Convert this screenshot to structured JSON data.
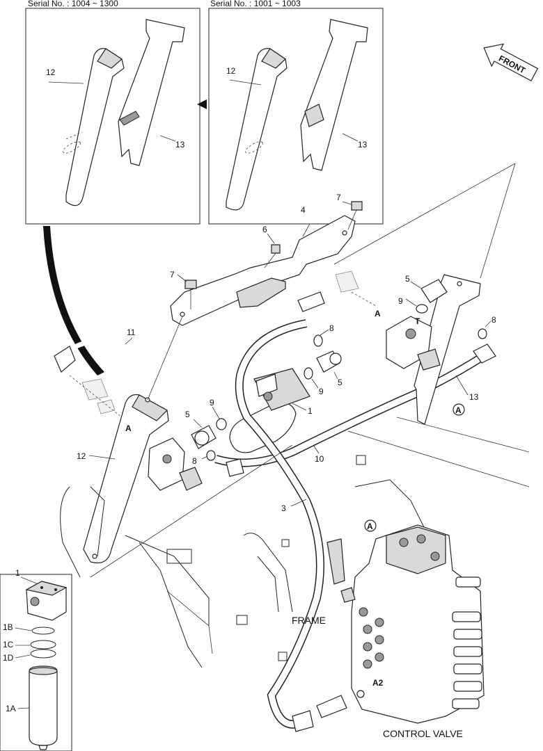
{
  "insets": [
    {
      "serial_label": "Serial No. : 1004 ~ 1300",
      "callouts": [
        "12",
        "13"
      ]
    },
    {
      "serial_label": "Serial No. : 1001 ~ 1003",
      "callouts": [
        "12",
        "13"
      ]
    }
  ],
  "front_label": "FRONT",
  "callouts": {
    "c4": "4",
    "c6": "6",
    "c7a": "7",
    "c7b": "7",
    "c5a": "5",
    "c5b": "5",
    "c5c": "5",
    "c9a": "9",
    "c9b": "9",
    "c9c": "9",
    "c8a": "8",
    "c8b": "8",
    "c8c": "8",
    "c11": "11",
    "c1": "1",
    "c10": "10",
    "c3": "3",
    "c12": "12",
    "c13": "13"
  },
  "port_labels": {
    "A_top": "A",
    "T": "T",
    "A_left": "A",
    "A2": "A2"
  },
  "circled": {
    "a1": "A",
    "a2": "A"
  },
  "captions": {
    "frame": "FRAME",
    "control_valve": "CONTROL VALVE"
  },
  "filter_inset": {
    "parent": "1",
    "parts": [
      "1B",
      "1C",
      "1D",
      "1A"
    ]
  }
}
